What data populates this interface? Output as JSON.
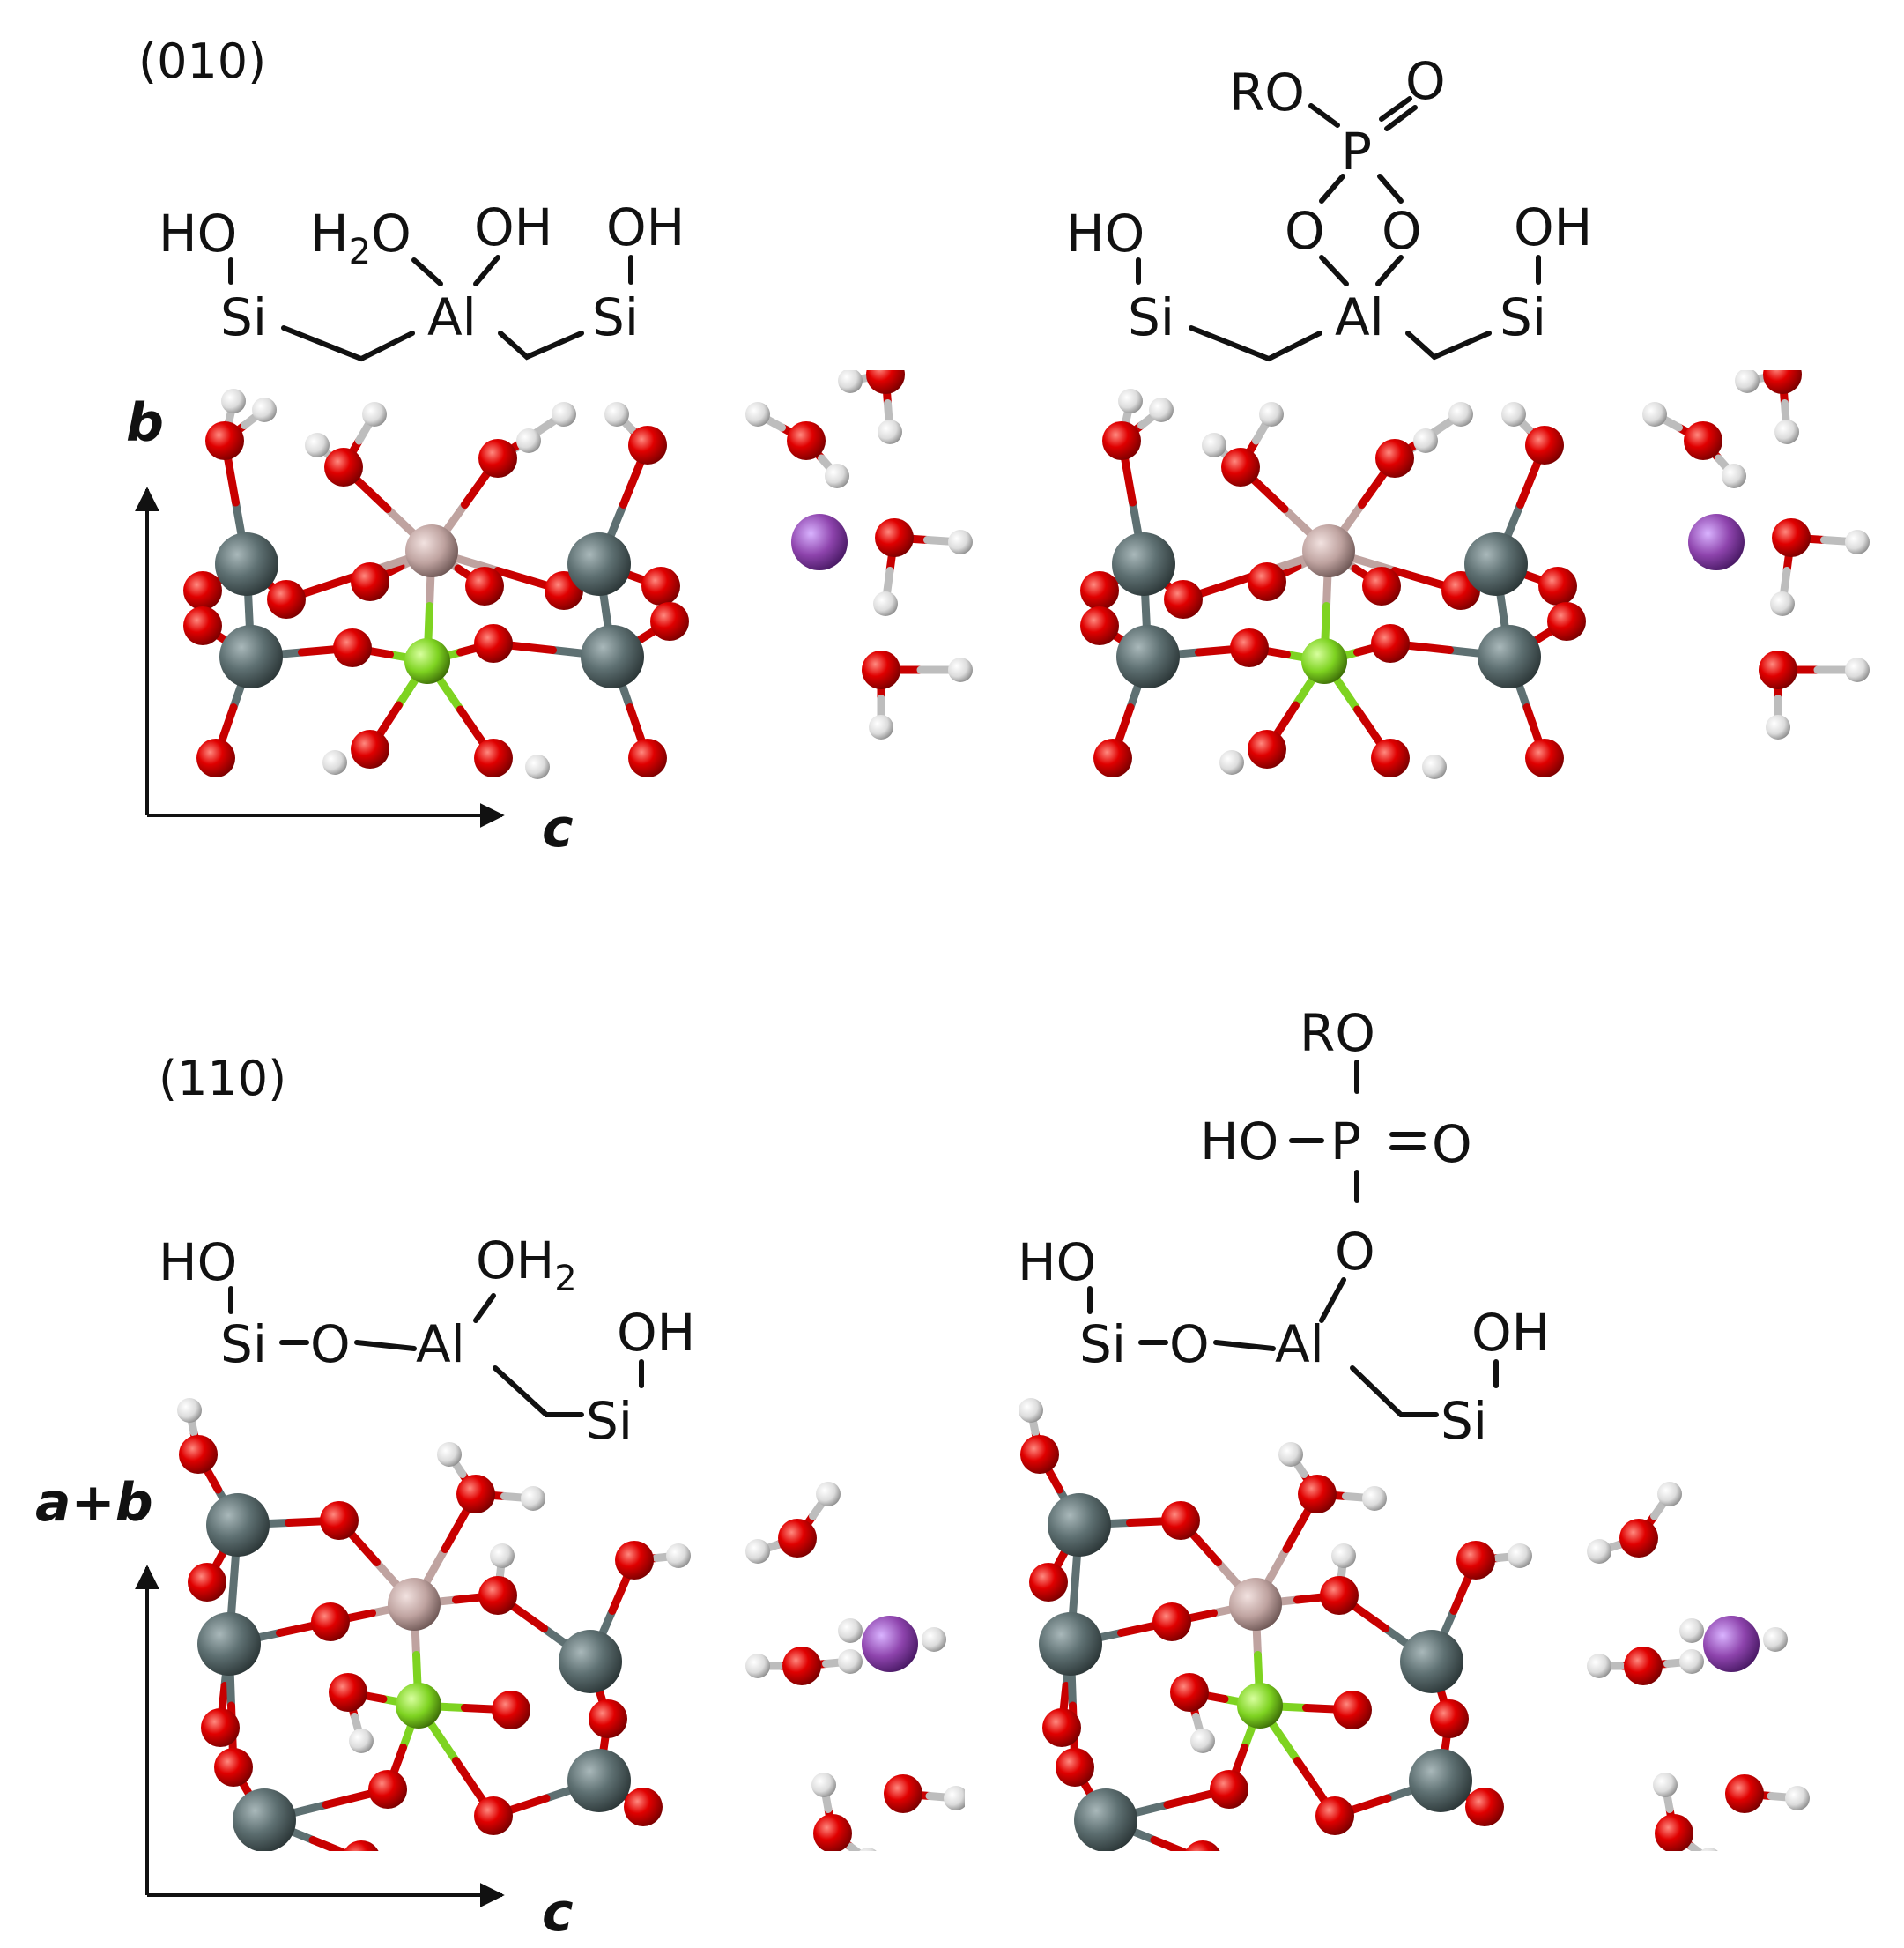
{
  "colors": {
    "oxygen": "#d40000",
    "hydrogen": "#e6e6e6",
    "silicon": "#5e7072",
    "aluminum_oct": "#bfa3a0",
    "aluminum_tet": "#7ed321",
    "cation": "#8e44ad"
  },
  "panels": {
    "top": {
      "face_label": "(010)",
      "axis_vertical": "b",
      "axis_horizontal": "c",
      "left_scheme": {
        "si1_oh": "HO",
        "si1": "Si",
        "al_h2o": "H2O",
        "al_oh": "OH",
        "al": "Al",
        "si2_oh": "OH",
        "si2": "Si"
      },
      "right_scheme": {
        "ro": "RO",
        "p": "P",
        "p_o_double": "O",
        "o_left": "O",
        "o_right": "O",
        "si1_oh": "HO",
        "si1": "Si",
        "al": "Al",
        "si2_oh": "OH",
        "si2": "Si"
      }
    },
    "bottom": {
      "face_label": "(110)",
      "axis_vertical": "a+b",
      "axis_horizontal": "c",
      "left_scheme": {
        "si1_oh": "HO",
        "si1": "Si",
        "bridge_o": "O",
        "al": "Al",
        "al_oh2": "OH2",
        "si2_oh": "OH",
        "si2": "Si"
      },
      "right_scheme": {
        "ro": "RO",
        "p_oh": "HO",
        "p": "P",
        "p_o_double": "O",
        "p_o_bridge": "O",
        "si1_oh": "HO",
        "si1": "Si",
        "bridge_o": "O",
        "al": "Al",
        "si2_oh": "OH",
        "si2": "Si"
      }
    }
  }
}
